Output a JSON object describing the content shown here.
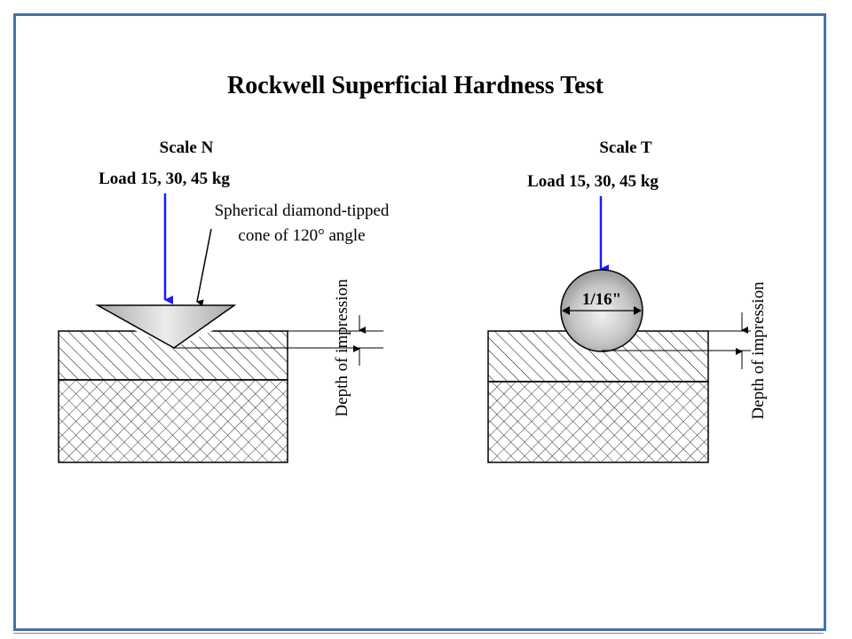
{
  "title": "Rockwell Superficial Hardness Test",
  "left": {
    "scale": "Scale N",
    "load": "Load 15, 30, 45 kg",
    "indenter_line1": "Spherical diamond-tipped",
    "indenter_line2": "cone of 120° angle",
    "depth_label": "Depth of impression"
  },
  "right": {
    "scale": "Scale T",
    "load": "Load 15, 30, 45 kg",
    "ball_size": "1/16\"",
    "depth_label": "Depth of impression"
  },
  "colors": {
    "frame": "#4472a8",
    "load_arrow": "#1a1aff",
    "indenter_fill": "#c8c8c8",
    "ball_fill": "#bdbdbd"
  }
}
